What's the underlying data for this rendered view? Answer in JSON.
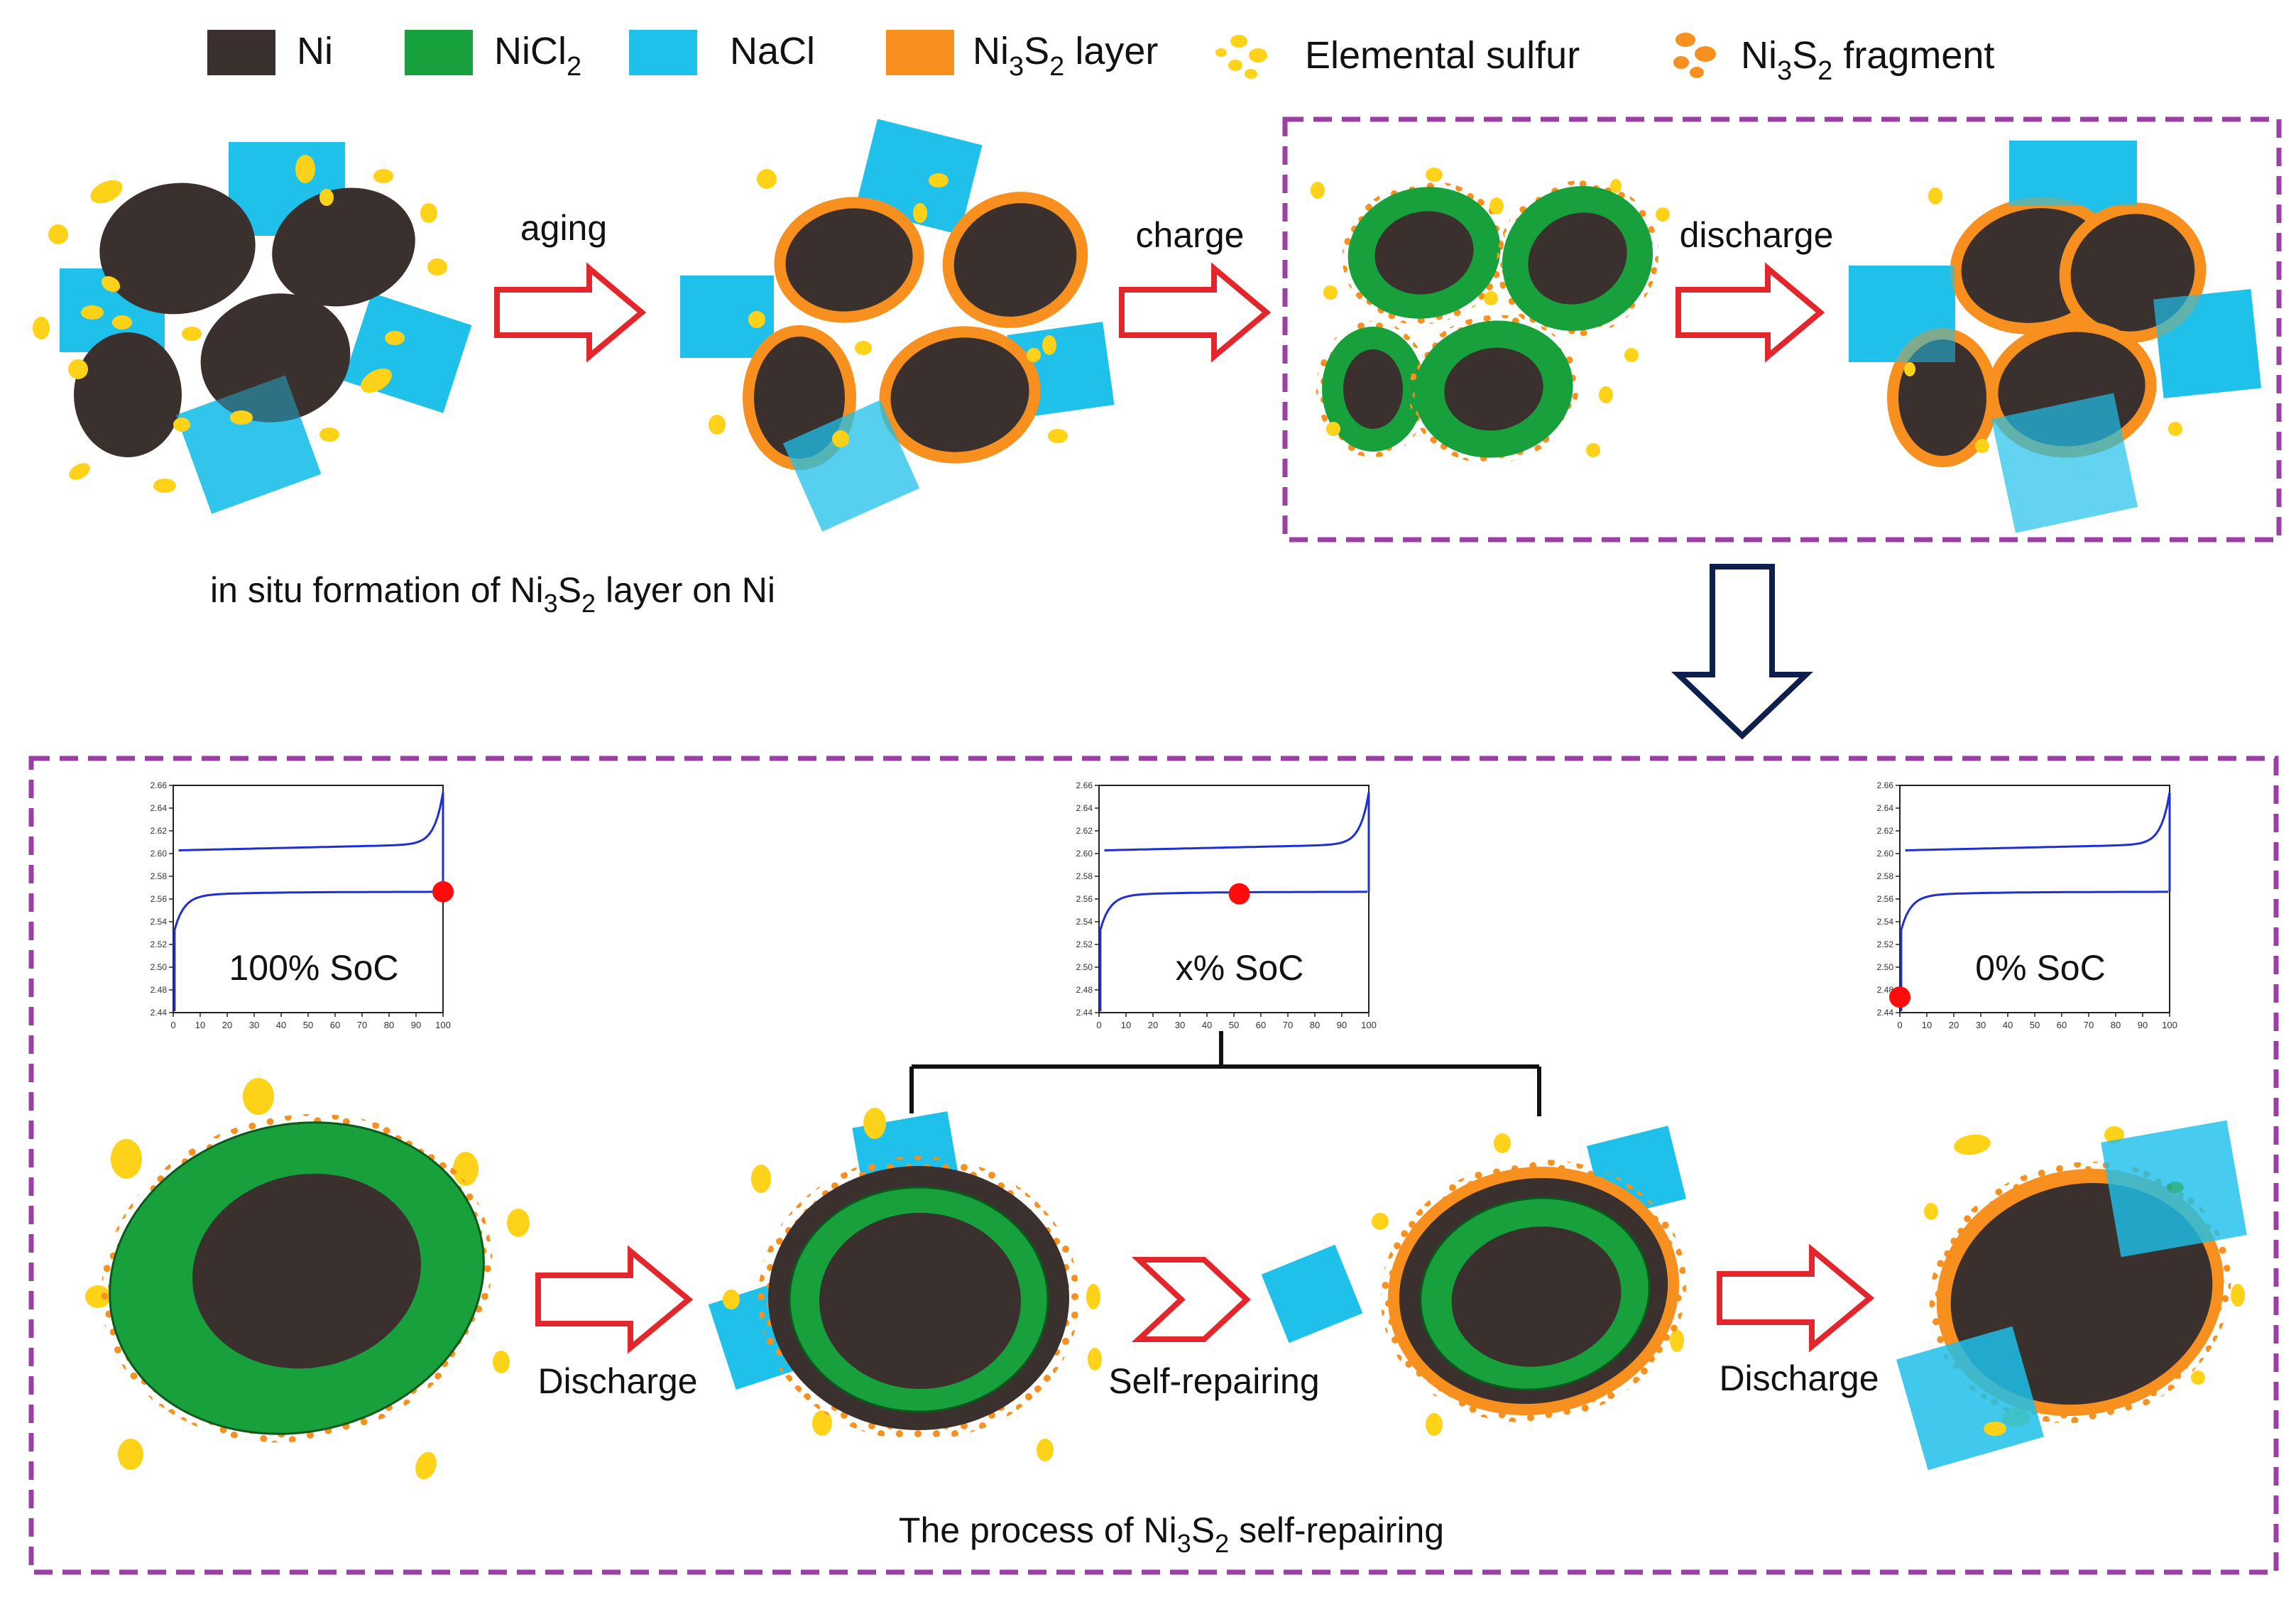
{
  "colors": {
    "ni": "#3a302e",
    "nicl2": "#18a03c",
    "nacl": "#1fc0ea",
    "ni3s2": "#f7901e",
    "sulfur": "#ffd21a",
    "arrow_red": "#e3262c",
    "frame_purple": "#9b3ea6",
    "down_arrow": "#0f1f4d",
    "curve": "#1f2fd6",
    "marker": "#ff0b0b"
  },
  "legend": [
    {
      "key": "ni",
      "label": "Ni",
      "sub": "",
      "after": "",
      "swatch": "square",
      "color": "#3a302e"
    },
    {
      "key": "nicl2",
      "label": "NiCl",
      "sub": "2",
      "after": "",
      "swatch": "square",
      "color": "#18a03c"
    },
    {
      "key": "nacl",
      "label": "NaCl",
      "sub": "",
      "after": "",
      "swatch": "square",
      "color": "#1fc0ea"
    },
    {
      "key": "ni3s2_layer",
      "label": "Ni",
      "sub": "3",
      "mid": "S",
      "sub2": "2",
      "after": " layer",
      "swatch": "square",
      "color": "#f7901e"
    },
    {
      "key": "sulfur",
      "label": "Elemental sulfur",
      "swatch": "dots",
      "color": "#ffd21a"
    },
    {
      "key": "fragment",
      "label": "Ni",
      "sub": "3",
      "mid": "S",
      "sub2": "2",
      "after": " fragment",
      "swatch": "dots",
      "color": "#f7901e"
    }
  ],
  "top_arrows": [
    "aging",
    "charge",
    "discharge"
  ],
  "top_caption": {
    "pre": "in situ formation of Ni",
    "sub1": "3",
    "mid": "S",
    "sub2": "2",
    "post": " layer on Ni"
  },
  "bottom_arrows": [
    "Discharge",
    "Self-repairing",
    "Discharge"
  ],
  "bottom_caption": {
    "pre": "The process of Ni",
    "sub1": "3",
    "mid": "S",
    "sub2": "2",
    "post": " self-repairing"
  },
  "chart_data": [
    {
      "type": "line",
      "title": "100% SoC",
      "x_ticks": [
        "0",
        "10",
        "20",
        "30",
        "40",
        "50",
        "60",
        "70",
        "80",
        "90",
        "100"
      ],
      "y_ticks": [
        "2.44",
        "2.48",
        "2.50",
        "2.52",
        "2.54",
        "2.56",
        "2.58",
        "2.60",
        "2.62",
        "2.64",
        "2.66"
      ],
      "xlim": [
        0,
        100
      ],
      "ylim": [
        2.44,
        2.66
      ],
      "marker": {
        "x": 100,
        "y": 2.557
      }
    },
    {
      "type": "line",
      "title": "x% SoC",
      "x_ticks": [
        "0",
        "10",
        "20",
        "30",
        "40",
        "50",
        "60",
        "70",
        "80",
        "90",
        "100"
      ],
      "y_ticks": [
        "2.44",
        "2.48",
        "2.50",
        "2.52",
        "2.54",
        "2.56",
        "2.58",
        "2.60",
        "2.62",
        "2.64",
        "2.66"
      ],
      "xlim": [
        0,
        100
      ],
      "ylim": [
        2.44,
        2.66
      ],
      "marker": {
        "x": 52,
        "y": 2.555
      }
    },
    {
      "type": "line",
      "title": "0% SoC",
      "x_ticks": [
        "0",
        "10",
        "20",
        "30",
        "40",
        "50",
        "60",
        "70",
        "80",
        "90",
        "100"
      ],
      "y_ticks": [
        "2.44",
        "2.48",
        "2.50",
        "2.52",
        "2.54",
        "2.56",
        "2.58",
        "2.60",
        "2.62",
        "2.64",
        "2.66"
      ],
      "xlim": [
        0,
        100
      ],
      "ylim": [
        2.44,
        2.66
      ],
      "marker": {
        "x": 0,
        "y": 2.455
      }
    }
  ]
}
